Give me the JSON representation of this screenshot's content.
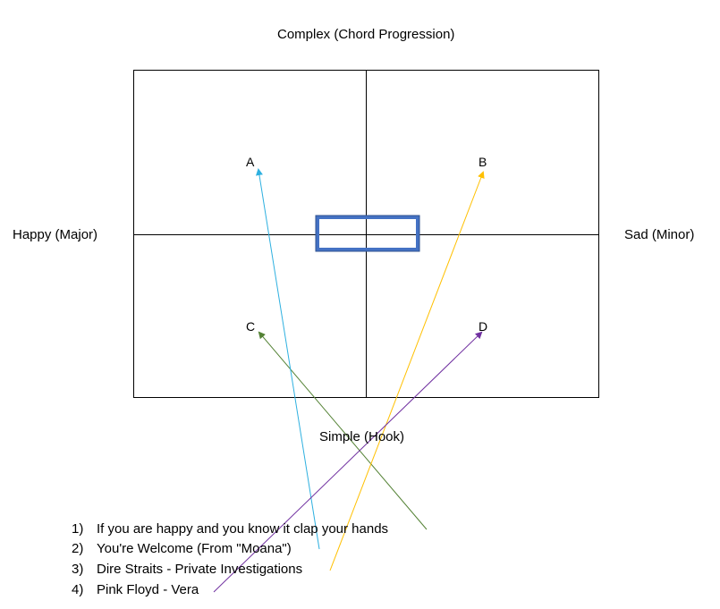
{
  "axes": {
    "top": "Complex (Chord Progression)",
    "bottom": "Simple (Hook)",
    "left": "Happy (Major)",
    "right": "Sad (Minor)"
  },
  "quadrants": {
    "a": "A",
    "b": "B",
    "c": "C",
    "d": "D"
  },
  "songs": [
    {
      "num": "1)",
      "title": "If you are happy and you know it clap your hands"
    },
    {
      "num": "2)",
      "title": "You're Welcome (From \"Moana\")"
    },
    {
      "num": "3)",
      "title": "Dire Straits - Private Investigations"
    },
    {
      "num": "4)",
      "title": "Pink Floyd - Vera"
    }
  ],
  "colors": {
    "grid": "#000000",
    "center_box": "#4472c4",
    "arrow_song1": "#548235",
    "arrow_song2": "#2eb0e0",
    "arrow_song3": "#ffc000",
    "arrow_song4": "#7030a0"
  }
}
